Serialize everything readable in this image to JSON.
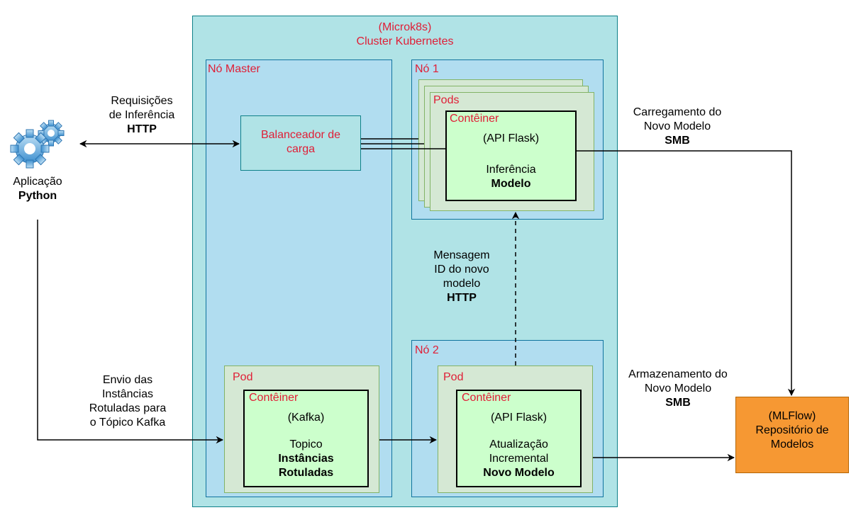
{
  "cluster": {
    "line1": "(Microk8s)",
    "line2": "Cluster Kubernetes"
  },
  "master": {
    "title": "Nó Master",
    "lb_line1": "Balanceador de",
    "lb_line2": "carga"
  },
  "node1": {
    "title": "Nó 1",
    "pods_label": "Pods",
    "container_label": "Contêiner",
    "api": "(API Flask)",
    "inference": "Inferência",
    "model": "Modelo"
  },
  "node2": {
    "title": "Nó 2",
    "pod_label": "Pod",
    "container_label": "Contêiner",
    "api": "(API Flask)",
    "line1": "Atualização",
    "line2": "Incremental",
    "line3": "Novo Modelo"
  },
  "kafka_pod": {
    "pod_label": "Pod",
    "container_label": "Contêiner",
    "kafka": "(Kafka)",
    "topic": "Topico",
    "line1": "Instâncias",
    "line2": "Rotuladas"
  },
  "app": {
    "label": "Aplicação",
    "lang": "Python",
    "icon": "gears-icon"
  },
  "repo": {
    "line1": "(MLFlow)",
    "line2": "Repositório de",
    "line3": "Modelos"
  },
  "labels": {
    "inference_req": {
      "line1": "Requisições",
      "line2": "de Inferência",
      "proto": "HTTP"
    },
    "send_instances": {
      "line1": "Envio das",
      "line2": "Instâncias",
      "line3": "Rotuladas para",
      "line4": "o Tópico Kafka"
    },
    "loading": {
      "line1": "Carregamento do",
      "line2": "Novo Modelo",
      "proto": "SMB"
    },
    "message": {
      "line1": "Mensagem",
      "line2": "ID do novo",
      "line3": "modelo",
      "proto": "HTTP"
    },
    "storage": {
      "line1": "Armazenamento do",
      "line2": "Novo Modelo",
      "proto": "SMB"
    }
  },
  "colors": {
    "cluster": "#b0e3e6",
    "node": "#b1ddf0",
    "pod": "#d5e8d4",
    "container": "#ccffcc",
    "repo": "#f69833",
    "label_red": "#e01e36"
  }
}
